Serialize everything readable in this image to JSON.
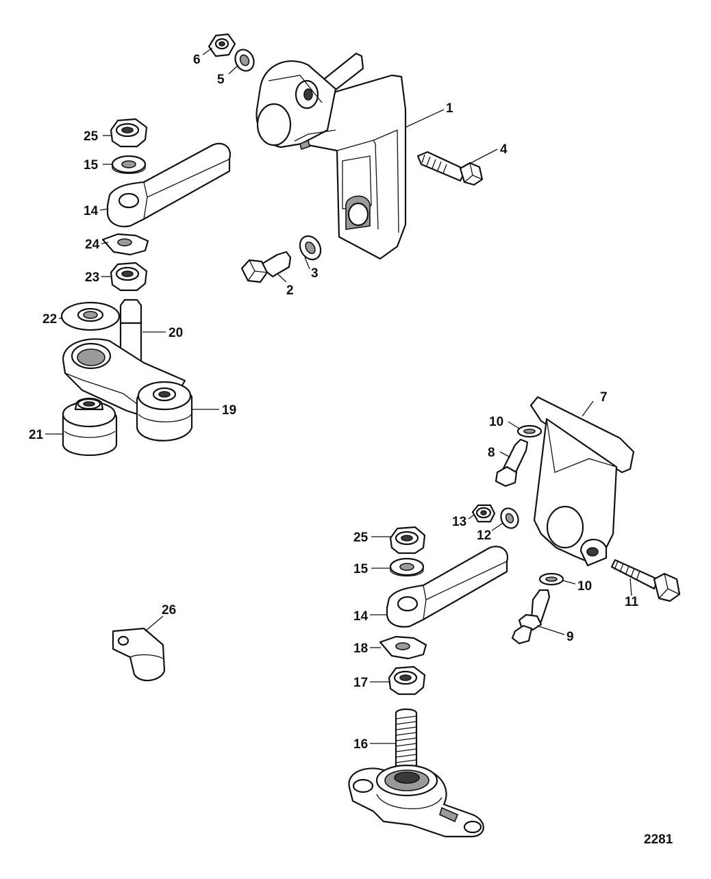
{
  "figure_number": "2281",
  "callouts": {
    "c1": "1",
    "c2": "2",
    "c3": "3",
    "c4": "4",
    "c5": "5",
    "c6": "6",
    "c7": "7",
    "c8": "8",
    "c9": "9",
    "c10a": "10",
    "c10b": "10",
    "c11": "11",
    "c12": "12",
    "c13": "13",
    "c14a": "14",
    "c14b": "14",
    "c15a": "15",
    "c15b": "15",
    "c16": "16",
    "c17": "17",
    "c18": "18",
    "c19": "19",
    "c20": "20",
    "c21": "21",
    "c22": "22",
    "c23": "23",
    "c24": "24",
    "c25a": "25",
    "c25b": "25",
    "c26": "26"
  }
}
